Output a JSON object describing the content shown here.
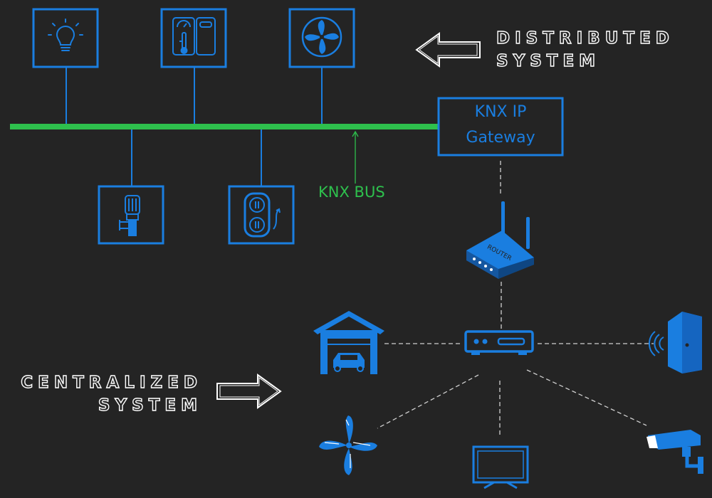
{
  "distributed_title": [
    "DISTRIBUTED",
    "SYSTEM"
  ],
  "centralized_title": [
    "CENTRALIZED",
    "SYSTEM"
  ],
  "gateway": {
    "line1": "KNX IP",
    "line2": "Gateway"
  },
  "bus_label": "KNX BUS",
  "router_label": "ROUTER",
  "colors": {
    "background": "#242424",
    "device_blue": "#1a7ee0",
    "bus_green": "#2ec04d",
    "white": "#ffffff"
  },
  "devices_top": [
    "light-bulb-icon",
    "thermostat-panel-icon",
    "fan-icon"
  ],
  "devices_bottom": [
    "radiator-valve-icon",
    "wall-switch-icon"
  ],
  "devices_centralized": [
    "garage-icon",
    "door-sensor-icon",
    "ceiling-fan-icon",
    "tv-icon",
    "security-camera-icon"
  ]
}
